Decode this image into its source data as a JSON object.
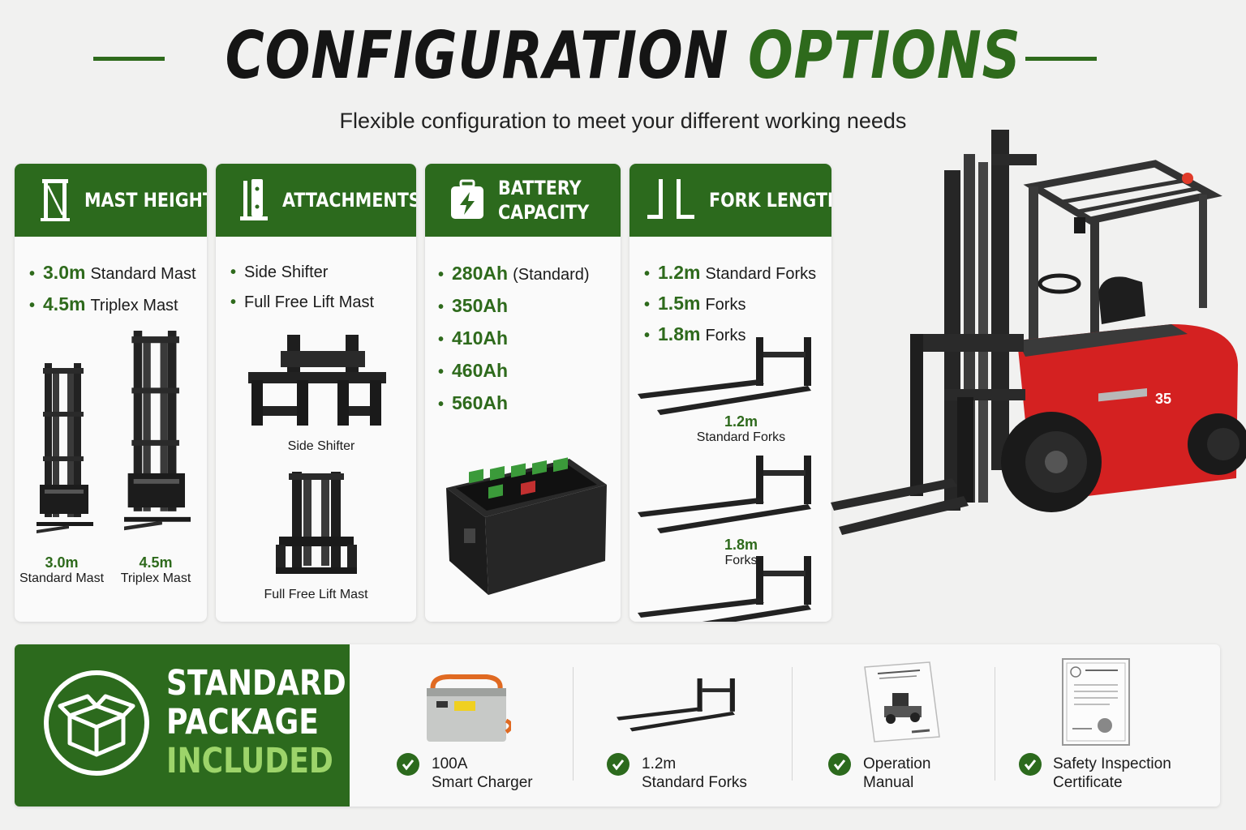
{
  "header": {
    "title_part1": "CONFIGURATION",
    "title_part2": "OPTIONS",
    "subtitle": "Flexible configuration to meet your different working needs"
  },
  "colors": {
    "brand_green": "#2c6a1d",
    "forklift_red": "#d42121",
    "dark": "#151515"
  },
  "mast_height": {
    "heading": "MAST HEIGHT",
    "icon": "mast-icon",
    "items": [
      {
        "value": "3.0m",
        "label": "Standard Mast"
      },
      {
        "value": "4.5m",
        "label": "Triplex Mast"
      }
    ],
    "images": [
      {
        "value": "3.0m",
        "caption": "Standard Mast"
      },
      {
        "value": "4.5m",
        "caption": "Triplex Mast"
      }
    ]
  },
  "attachments": {
    "heading": "ATTACHMENTS",
    "icon": "attachment-icon",
    "items": [
      {
        "label": "Side Shifter"
      },
      {
        "label": "Full Free Lift Mast"
      }
    ],
    "images": [
      {
        "caption": "Side Shifter"
      },
      {
        "caption": "Full Free Lift Mast"
      }
    ]
  },
  "battery": {
    "heading_line1": "BATTERY",
    "heading_line2": "CAPACITY",
    "icon": "battery-icon",
    "items": [
      {
        "value": "280Ah",
        "label": "(Standard)"
      },
      {
        "value": "350Ah",
        "label": ""
      },
      {
        "value": "410Ah",
        "label": ""
      },
      {
        "value": "460Ah",
        "label": ""
      },
      {
        "value": "560Ah",
        "label": ""
      }
    ]
  },
  "fork_length": {
    "heading": "FORK LENGTH",
    "icon": "fork-icon",
    "items": [
      {
        "value": "1.2m",
        "label": "Standard Forks"
      },
      {
        "value": "1.5m",
        "label": "Forks"
      },
      {
        "value": "1.8m",
        "label": "Forks"
      }
    ],
    "images": [
      {
        "value": "1.2m",
        "caption": "Standard Forks"
      },
      {
        "value": "1.8m",
        "caption": "Forks"
      }
    ]
  },
  "forklift": {
    "model_number": "35"
  },
  "standard_package": {
    "title_line1": "STANDARD",
    "title_line2": "PACKAGE",
    "title_line3": "INCLUDED",
    "icon": "open-box-icon",
    "items": [
      {
        "line1": "100A",
        "line2": "Smart Charger",
        "icon": "charger-icon"
      },
      {
        "line1": "1.2m",
        "line2": "Standard Forks",
        "icon": "forks-icon"
      },
      {
        "line1": "Operation",
        "line2": "Manual",
        "icon": "manual-icon"
      },
      {
        "line1": "Safety Inspection",
        "line2": "Certificate",
        "icon": "certificate-icon"
      }
    ]
  }
}
